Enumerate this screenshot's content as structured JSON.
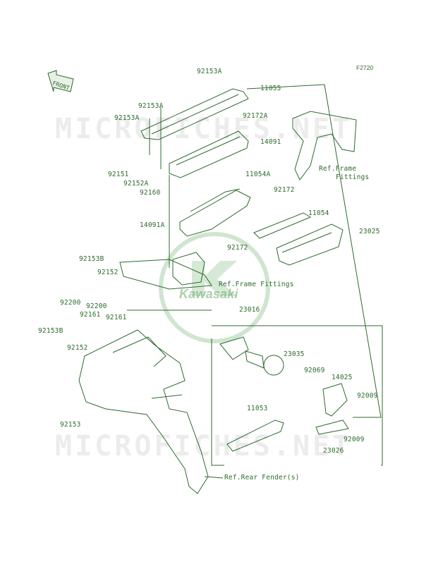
{
  "figure_code": "F2720",
  "front_label": "FRONT",
  "watermark": "MICROFICHES.NET",
  "brand": "Kawasaki",
  "accent_color": "#2c6b2c",
  "labels": {
    "p92153A_top": "92153A",
    "p11055": "11055",
    "p92153A_mid": "92153A",
    "p92153A_left": "92153A",
    "p92172A": "92172A",
    "p14091": "14091",
    "p92151": "92151",
    "p92152A": "92152A",
    "p92160": "92160",
    "p11054A": "11054A",
    "ref_frame_1a": "Ref.Frame",
    "ref_frame_1b": "Fittings",
    "p92172_r": "92172",
    "p11054": "11054",
    "p14091A": "14091A",
    "p23025": "23025",
    "p92172_c": "92172",
    "p92153B_top": "92153B",
    "p92152": "92152",
    "ref_frame_2": "Ref.Frame Fittings",
    "p92200_a": "92200",
    "p92200_b": "92200",
    "p92161_a": "92161",
    "p92161_b": "92161",
    "p92153B_bot": "92153B",
    "p92152_b": "92152",
    "p23016": "23016",
    "p23035": "23035",
    "p92069": "92069",
    "p14025": "14025",
    "p92009_a": "92009",
    "p92009_b": "92009",
    "p23026": "23026",
    "p92153": "92153",
    "p11053": "11053",
    "ref_rear_fender": "Ref.Rear Fender(s)"
  }
}
